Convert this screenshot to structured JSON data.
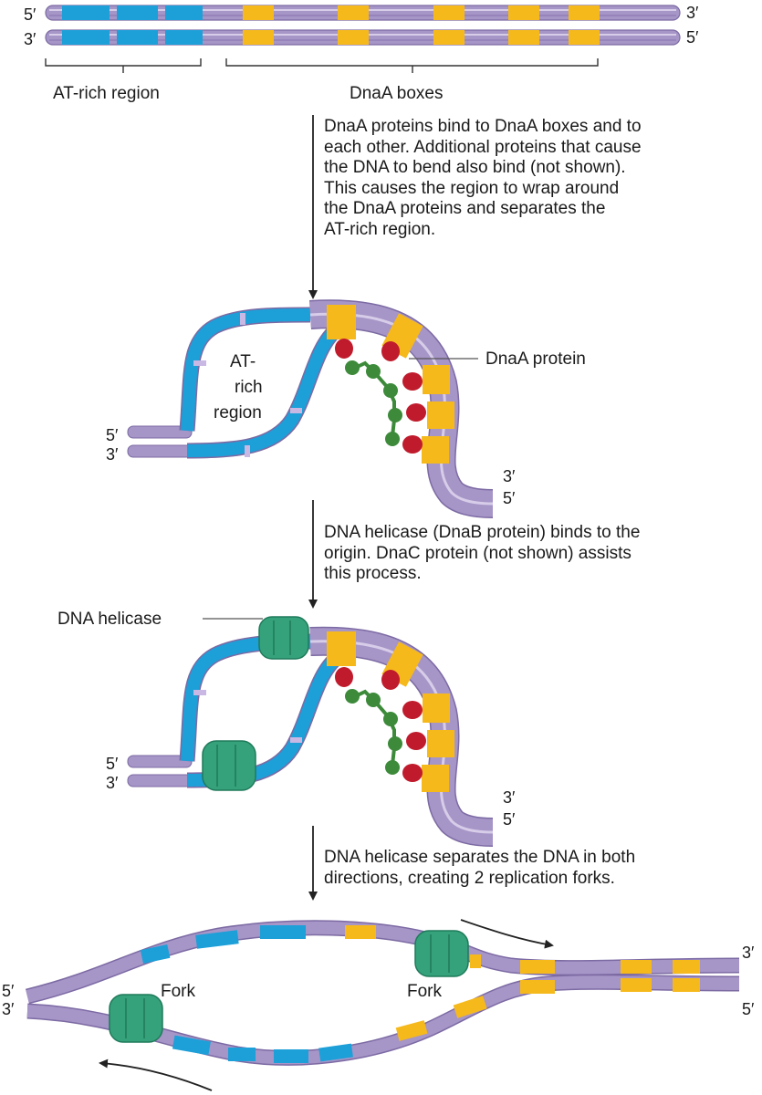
{
  "colors": {
    "backbone": "#a695c7",
    "backbone_edge": "#7c6aa3",
    "at_rich": "#1d9fd8",
    "dnaa_box": "#f6b91c",
    "dnaa_protein_head": "#c01b2c",
    "dnaa_protein_stem": "#3c8a3a",
    "helicase": "#35a27c",
    "arrow": "#222222"
  },
  "panel1": {
    "top_left_end": "5′",
    "bottom_left_end": "3′",
    "top_right_end": "3′",
    "bottom_right_end": "5′",
    "at_rich_label": "AT-rich region",
    "dnaa_boxes_label": "DnaA boxes"
  },
  "step1": {
    "caption": "DnaA proteins bind to DnaA boxes and to\neach other. Additional proteins that cause\nthe DNA to bend also bind (not shown).\nThis causes the region to wrap around\nthe DnaA proteins and separates the\nAT-rich region."
  },
  "panel2": {
    "at_rich_label": [
      "AT-",
      "rich",
      "region"
    ],
    "dnaa_protein_label": "DnaA protein",
    "left_end_top": "5′",
    "left_end_bottom": "3′",
    "right_end_top": "3′",
    "right_end_bottom": "5′"
  },
  "step2": {
    "caption": "DNA helicase (DnaB protein) binds to the\norigin. DnaC protein (not shown) assists\nthis process."
  },
  "panel3": {
    "helicase_label": "DNA helicase",
    "left_end_top": "5′",
    "left_end_bottom": "3′",
    "right_end_top": "3′",
    "right_end_bottom": "5′"
  },
  "step3": {
    "caption": "DNA helicase separates the DNA in both\ndirections, creating 2 replication forks."
  },
  "panel4": {
    "fork_left_label": "Fork",
    "fork_right_label": "Fork",
    "left_end_top": "5′",
    "left_end_bottom": "3′",
    "right_end_top": "3′",
    "right_end_bottom": "5′"
  }
}
